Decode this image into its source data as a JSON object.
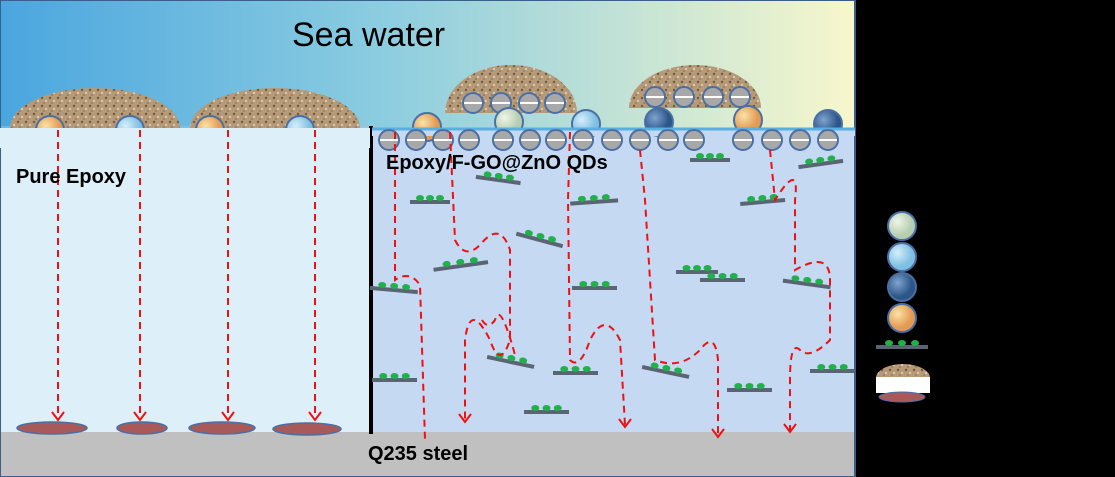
{
  "labels": {
    "sea_water": "Sea water",
    "pure_epoxy": "Pure Epoxy",
    "composite": "Epoxy/F-GO@ZnO QDs",
    "steel": "Q235 steel"
  },
  "colors": {
    "sea_left": "#4aa6df",
    "sea_right": "#f7f7cc",
    "pure_epoxy": "#ddeff8",
    "composite": "#c5d9f3",
    "steel": "#c0c0c0",
    "path": "#ee1111",
    "qd_green": "#22b04a",
    "flake": "#5a6573",
    "corrosion": "#a85a5a"
  },
  "legend_icons": [
    "ion-light-green-icon",
    "ion-light-blue-icon",
    "ion-dark-blue-icon",
    "ion-orange-icon",
    "graphene-flake-icon",
    "corrosion-deposit-icon"
  ]
}
